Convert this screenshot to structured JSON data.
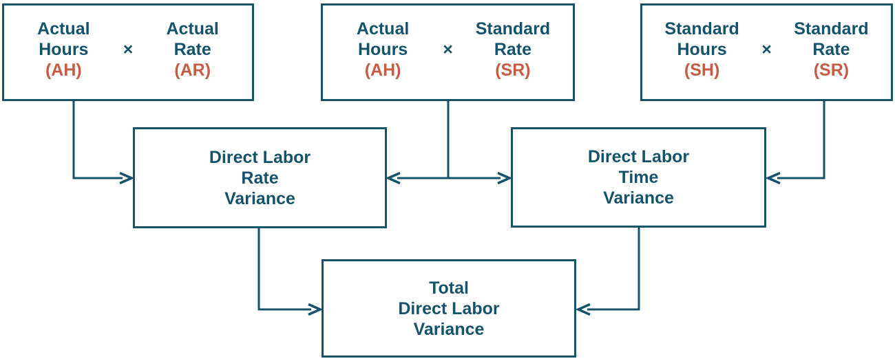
{
  "diagram": {
    "multiply_symbol": "×",
    "colors": {
      "teal": "#15536b",
      "orange": "#c75b43",
      "background": "#ffffff"
    },
    "top_boxes": [
      {
        "left": {
          "name": "Actual",
          "unit": "Hours",
          "code": "(AH)"
        },
        "right": {
          "name": "Actual",
          "unit": "Rate",
          "code": "(AR)"
        }
      },
      {
        "left": {
          "name": "Actual",
          "unit": "Hours",
          "code": "(AH)"
        },
        "right": {
          "name": "Standard",
          "unit": "Rate",
          "code": "(SR)"
        }
      },
      {
        "left": {
          "name": "Standard",
          "unit": "Hours",
          "code": "(SH)"
        },
        "right": {
          "name": "Standard",
          "unit": "Rate",
          "code": "(SR)"
        }
      }
    ],
    "middle_boxes": [
      {
        "lines": [
          "Direct Labor",
          "Rate",
          "Variance"
        ]
      },
      {
        "lines": [
          "Direct Labor",
          "Time",
          "Variance"
        ]
      }
    ],
    "bottom_box": {
      "lines": [
        "Total",
        "Direct Labor",
        "Variance"
      ]
    }
  }
}
